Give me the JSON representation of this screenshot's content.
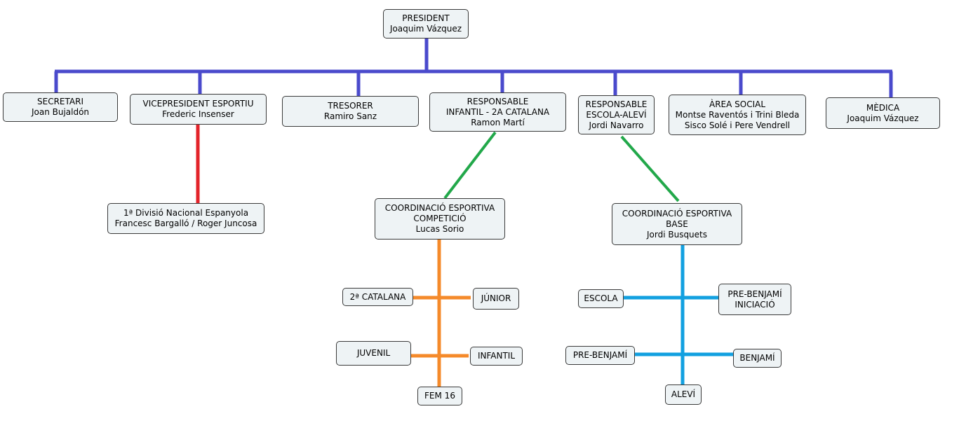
{
  "colors": {
    "main_connector": "#4a4acc",
    "vice_connector": "#e3232a",
    "coord_connector": "#22a84a",
    "competicio_connector": "#f58a2a",
    "base_connector": "#12a0e0",
    "node_fill": "#eef3f5",
    "node_border": "#3a3a3a"
  },
  "nodes": {
    "president": {
      "role": "PRESIDENT",
      "name": "Joaquim Vázquez"
    },
    "secretari": {
      "role": "SECRETARI",
      "name": "Joan Bujaldón"
    },
    "vicepresident": {
      "role": "VICEPRESIDENT ESPORTIU",
      "name": "Frederic Insenser"
    },
    "tresorer": {
      "role": "TRESORER",
      "name": "Ramiro Sanz"
    },
    "resp_infantil": {
      "role1": "RESPONSABLE",
      "role2": "INFANTIL - 2A CATALANA",
      "name": "Ramon Martí"
    },
    "resp_escola": {
      "role1": "RESPONSABLE",
      "role2": "ESCOLA-ALEVÍ",
      "name": "Jordi Navarro"
    },
    "area_social": {
      "role": "ÀREA SOCIAL",
      "name1": "Montse Raventós i Trini Bleda",
      "name2": "Sisco Solé i Pere Vendrell"
    },
    "medica": {
      "role": "MÈDICA",
      "name": "Joaquim Vázquez"
    },
    "divisio": {
      "role": "1ª Divisió Nacional Espanyola",
      "name": "Francesc Bargalló / Roger Juncosa"
    },
    "coord_competicio": {
      "role1": "COORDINACIÓ ESPORTIVA",
      "role2": "COMPETICIÓ",
      "name": "Lucas Sorio"
    },
    "coord_base": {
      "role1": "COORDINACIÓ ESPORTIVA",
      "role2": "BASE",
      "name": "Jordi Busquets"
    },
    "catalana2": {
      "label": "2ª CATALANA"
    },
    "junior": {
      "label": "JÚNIOR"
    },
    "juvenil": {
      "label": "JUVENIL"
    },
    "infantil": {
      "label": "INFANTIL"
    },
    "fem16": {
      "label": "FEM 16"
    },
    "escola": {
      "label": "ESCOLA"
    },
    "prebenjami_iniciacio": {
      "label1": "PRE-BENJAMÍ",
      "label2": "INICIACIÓ"
    },
    "prebenjami": {
      "label": "PRE-BENJAMÍ"
    },
    "benjami": {
      "label": "BENJAMÍ"
    },
    "alevi": {
      "label": "ALEVÍ"
    }
  }
}
